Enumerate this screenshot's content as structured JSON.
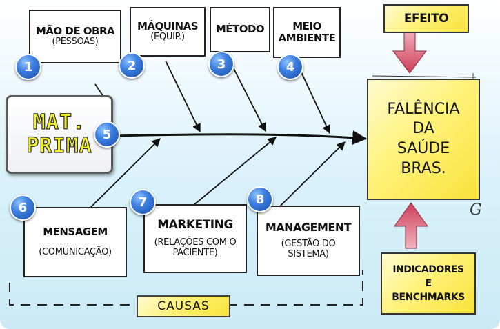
{
  "causes_top": [
    {
      "number": "1",
      "title": "MÃO DE OBRA",
      "subtitle": "(PESSOAS)"
    },
    {
      "number": "2",
      "title": "MÁQUINAS",
      "subtitle": "(EQUIP.)"
    },
    {
      "number": "3",
      "title": "MÉTODO",
      "subtitle": ""
    },
    {
      "number": "4",
      "title": "MEIO",
      "subtitle": "AMBIENTE"
    }
  ],
  "materia_prima": {
    "number": "5",
    "line1": "MAT.",
    "line2": "PRIMA"
  },
  "causes_bottom": [
    {
      "number": "6",
      "title": "MENSAGEM",
      "subtitle": "(COMUNICAÇÃO)"
    },
    {
      "number": "7",
      "title": "MARKETING",
      "subtitle": "(RELAÇÕES COM O PACIENTE)"
    },
    {
      "number": "8",
      "title": "MANAGEMENT",
      "subtitle": "(GESTÃO DO SISTEMA)"
    }
  ],
  "effect": {
    "label": "EFEITO",
    "line1": "FALÊNCIA",
    "line2": "DA",
    "line3": "SAÚDE",
    "line4": "BRAS."
  },
  "indicators": {
    "line1": "INDICADORES",
    "line2": "E",
    "line3": "BENCHMARKS"
  },
  "causes_label": "CAUSAS",
  "signature": "G",
  "colors": {
    "highlight_yellow": "#f7e23a",
    "arrow_red": "#d9536a",
    "badge_blue": "#3d7fe0"
  }
}
